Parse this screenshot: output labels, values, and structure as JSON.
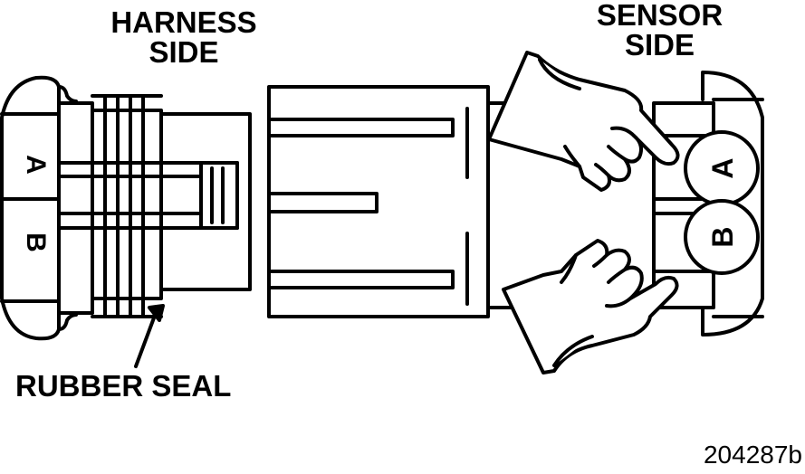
{
  "labels": {
    "harness_line1": "HARNESS",
    "harness_line2": "SIDE",
    "sensor_line1": "SENSOR",
    "sensor_line2": "SIDE",
    "rubber_seal": "RUBBER SEAL",
    "figure_id": "204287b"
  },
  "terminals": {
    "harness_a": "A",
    "harness_b": "B",
    "sensor_a": "A",
    "sensor_b": "B"
  }
}
